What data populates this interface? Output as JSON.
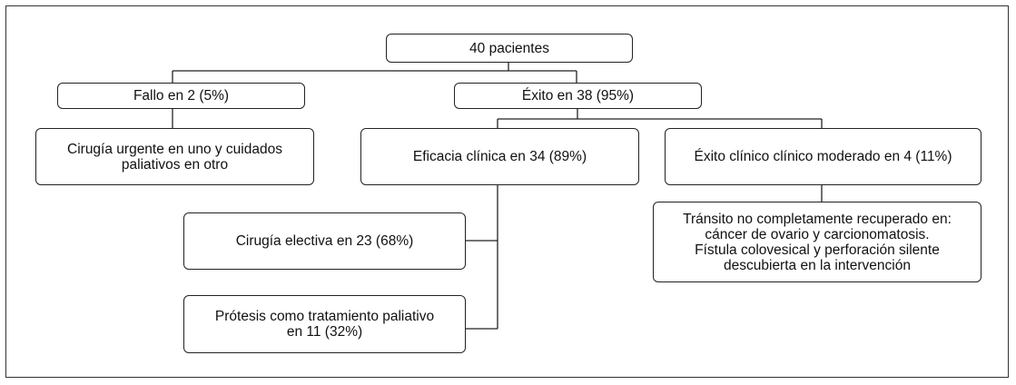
{
  "nodes": {
    "root": "40 pacientes",
    "fail": "Fallo en 2 (5%)",
    "success": "Éxito en 38 (95%)",
    "fail_detail": "Cirugía urgente en uno y cuidados\npaliativos en otro",
    "clinical_efficacy": "Eficacia clínica en 34 (89%)",
    "moderate_success": "Éxito clínico clínico moderado en 4 (11%)",
    "elective_surgery": "Cirugía electiva en 23 (68%)",
    "palliative_prosthesis": "Prótesis como tratamiento paliativo\nen 11 (32%)",
    "moderate_detail": "Tránsito no completamente recuperado en:\ncáncer de ovario y carcionomatosis.\nFístula colovesical y perforación silente\ndescubierta en la intervención"
  }
}
